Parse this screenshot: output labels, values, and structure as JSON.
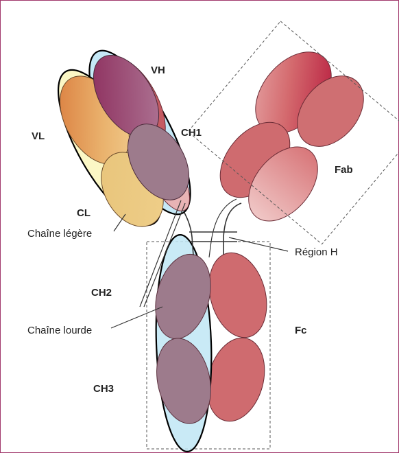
{
  "labels": {
    "vh": "VH",
    "vl": "VL",
    "ch1": "CH1",
    "cl": "CL",
    "fab": "Fab",
    "chaine_legere": "Chaîne légère",
    "region_h": "Région H",
    "ch2": "CH2",
    "chaine_lourde": "Chaîne lourde",
    "fc": "Fc",
    "ch3": "CH3"
  },
  "colors": {
    "frame": "#a0376b",
    "heavy_highlight": "#bfe6f5",
    "light_highlight": "#fbf7c2",
    "domain_red": "#c85d62",
    "domain_pink": "#e9b5b5",
    "domain_mauve": "#9d7b8c"
  }
}
